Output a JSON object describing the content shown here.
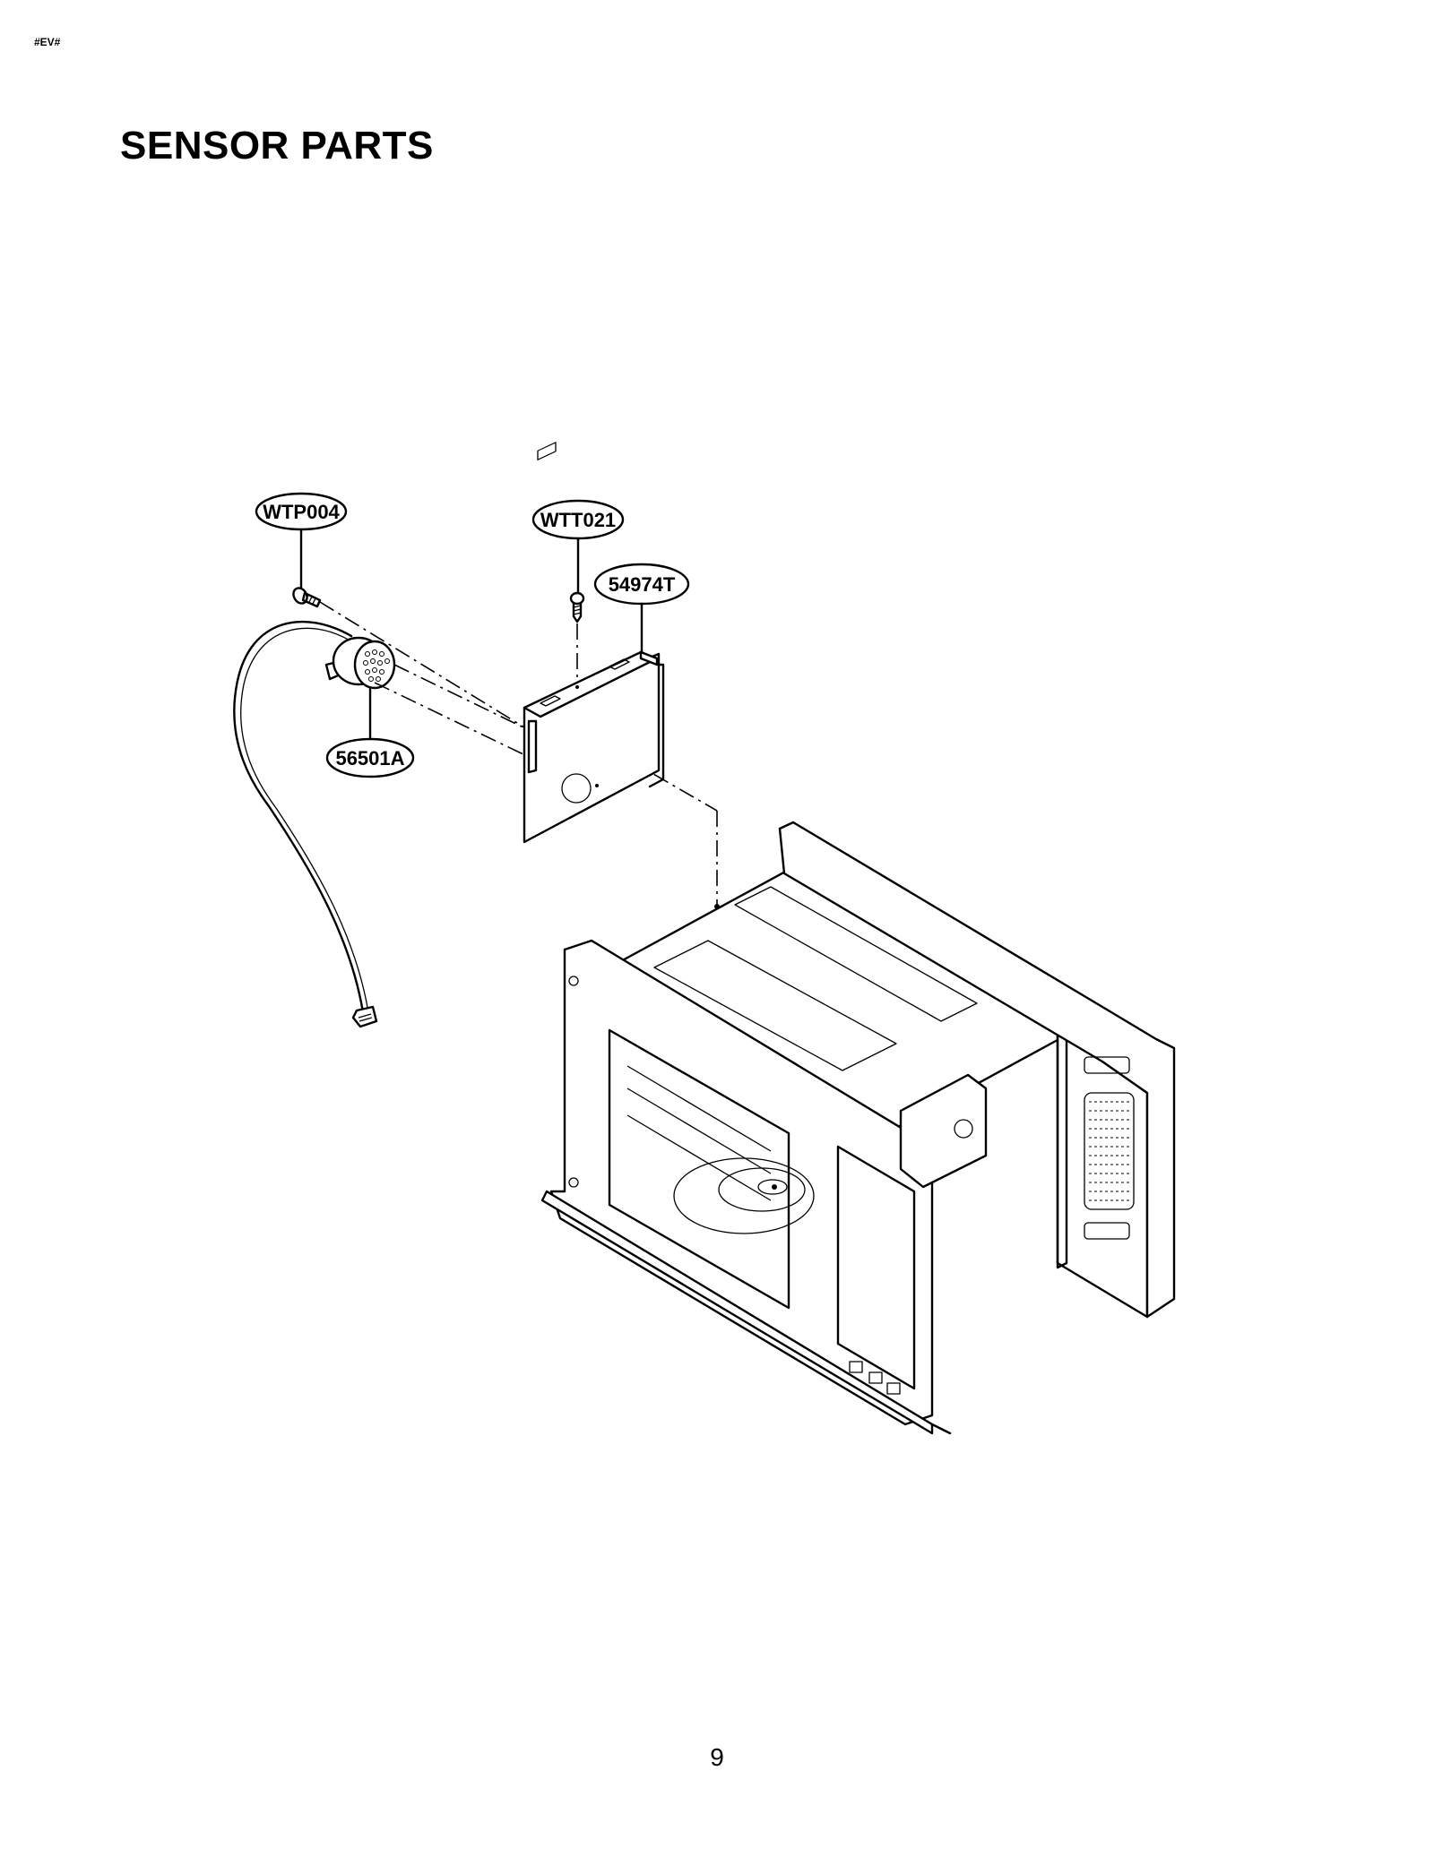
{
  "header": {
    "doc_code": "#EV#",
    "title": "SENSOR PARTS"
  },
  "diagram": {
    "callouts": [
      {
        "id": "WTP004",
        "label": "WTP004",
        "part": "screw"
      },
      {
        "id": "WTT021",
        "label": "WTT021",
        "part": "screw"
      },
      {
        "id": "54974T",
        "label": "54974T",
        "part": "sensor bracket"
      },
      {
        "id": "56501A",
        "label": "56501A",
        "part": "humidity sensor with harness"
      }
    ]
  },
  "footer": {
    "page_number": "9"
  }
}
